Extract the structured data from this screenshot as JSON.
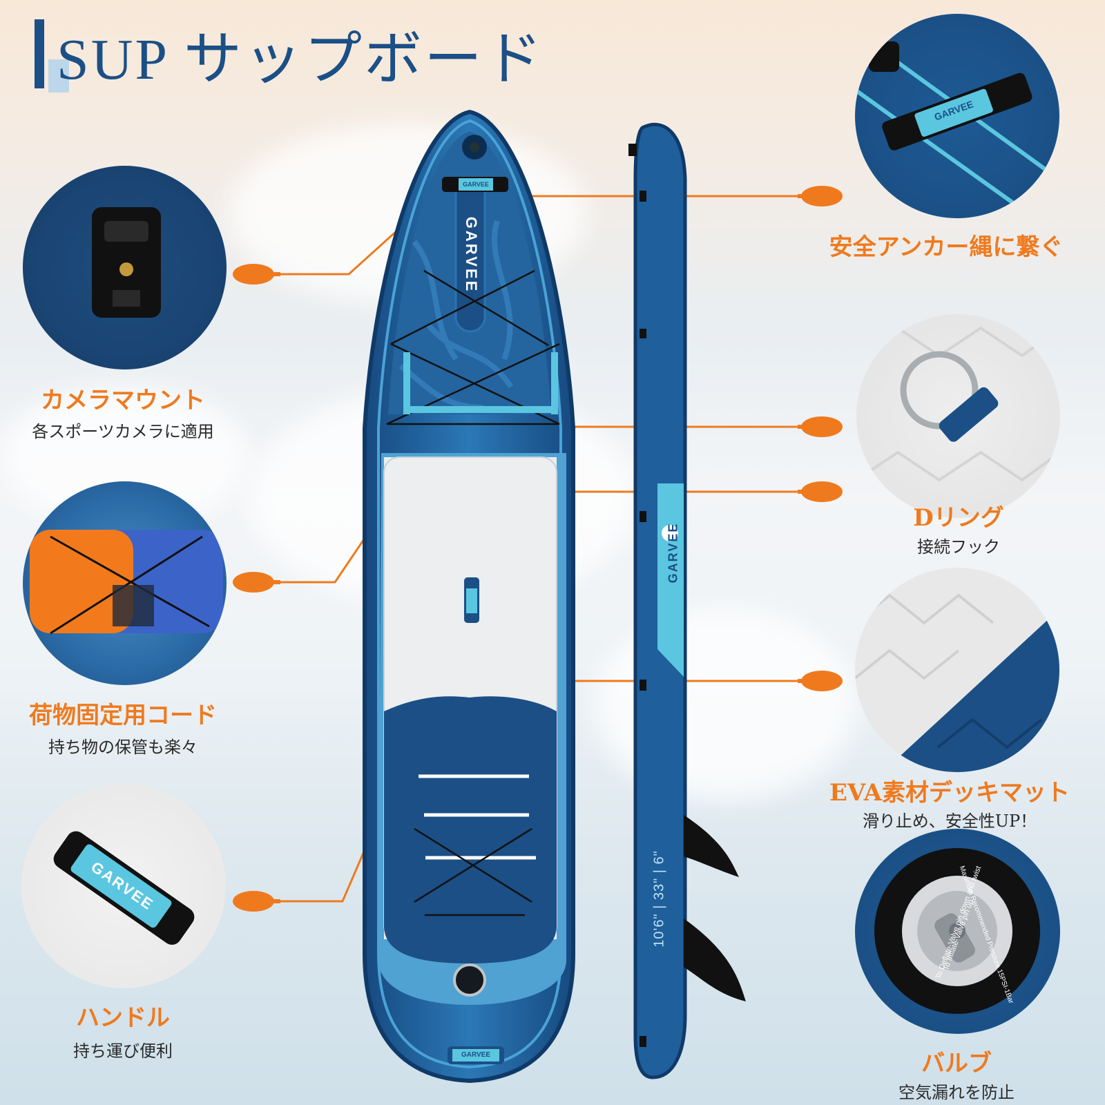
{
  "title": "SUP サップボード",
  "features": [
    {
      "id": "camera",
      "label": "カメラマウント",
      "desc": "各スポーツカメラに適用"
    },
    {
      "id": "cargo",
      "label": "荷物固定用コード",
      "desc": "持ち物の保管も楽々"
    },
    {
      "id": "handle",
      "label": "ハンドル",
      "desc": "持ち運び便利"
    },
    {
      "id": "anchor",
      "label": "安全アンカー縄に繋ぐ",
      "desc": ""
    },
    {
      "id": "dring",
      "label": "Dリング",
      "desc": "接続フック"
    },
    {
      "id": "eva",
      "label": "EVA素材デッキマット",
      "desc": "滑り止め、安全性UP！"
    },
    {
      "id": "valve",
      "label": "バルブ",
      "desc": "空気漏れを防止"
    }
  ],
  "board": {
    "brand": "GARVEE",
    "side_brand": "GARVEE",
    "size": "10'6\" | 33\" | 6\""
  },
  "valve_text": {
    "outer": "To Deflate-Valve pin down and twist",
    "inner": "To Inflate-Valve pin up",
    "pressure": "Maximum Recommended Pressure 15PSI-1Bar"
  },
  "colors": {
    "accent": "#ef7a1e",
    "navy": "#1b4f86",
    "board": "#1f5f9c",
    "deck": "#eceeef"
  }
}
